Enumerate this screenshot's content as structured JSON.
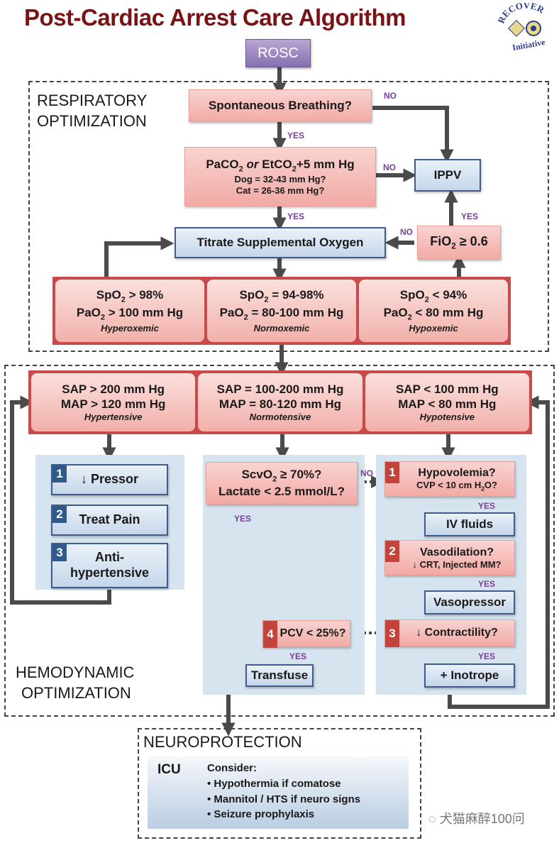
{
  "title": "Post-Cardiac Arrest Care Algorithm",
  "logo": {
    "top_text": "RECOVER",
    "bottom_text": "Initiative",
    "icon": "recover-logo-icon"
  },
  "start": "ROSC",
  "respiratory": {
    "section_label_1": "RESPIRATORY",
    "section_label_2": "OPTIMIZATION",
    "spontaneous": "Spontaneous Breathing?",
    "paco2_line1": "PaCO2 or EtCO2+5 mm Hg",
    "paco2_dog": "Dog = 32-43 mm Hg?",
    "paco2_cat": "Cat = 26-36 mm Hg?",
    "ippv": "IPPV",
    "titrate": "Titrate Supplemental Oxygen",
    "fio2": "FiO2 ≥ 0.6",
    "labels": {
      "no_1": "NO",
      "no_2": "NO",
      "no_3": "NO",
      "yes_1": "YES",
      "yes_2": "YES",
      "yes_3": "YES"
    },
    "oxygen_states": [
      {
        "line1": "SpO2 > 98%",
        "line2": "PaO2 > 100 mm Hg",
        "state": "Hyperoxemic"
      },
      {
        "line1": "SpO2 = 94-98%",
        "line2": "PaO2 = 80-100 mm Hg",
        "state": "Normoxemic"
      },
      {
        "line1": "SpO2 < 94%",
        "line2": "PaO2 < 80 mm Hg",
        "state": "Hypoxemic"
      }
    ]
  },
  "hemodynamic": {
    "section_label_1": "HEMODYNAMIC",
    "section_label_2": "OPTIMIZATION",
    "bp_states": [
      {
        "line1": "SAP > 200 mm Hg",
        "line2": "MAP > 120 mm Hg",
        "state": "Hypertensive"
      },
      {
        "line1": "SAP = 100-200 mm Hg",
        "line2": "MAP = 80-120 mm Hg",
        "state": "Normotensive"
      },
      {
        "line1": "SAP < 100 mm Hg",
        "line2": "MAP < 80 mm Hg",
        "state": "Hypotensive"
      }
    ],
    "hypertensive_steps": [
      {
        "num": "1",
        "text": "↓ Pressor"
      },
      {
        "num": "2",
        "text": "Treat Pain"
      },
      {
        "num": "3",
        "text": "Anti-hypertensive"
      }
    ],
    "scvo2_line1": "ScvO2 ≥ 70%?",
    "scvo2_line2": "Lactate < 2.5 mmol/L?",
    "pcv": {
      "num": "4",
      "text": "PCV < 25%?"
    },
    "transfuse": "Transfuse",
    "hypovolemia": {
      "num": "1",
      "line1": "Hypovolemia?",
      "line2": "CVP < 10 cm H2O?"
    },
    "iv_fluids": "IV fluids",
    "vasodilation": {
      "num": "2",
      "line1": "Vasodilation?",
      "line2": "↓ CRT, Injected MM?"
    },
    "vasopressor": "Vasopressor",
    "contractility": {
      "num": "3",
      "text": "↓ Contractility?"
    },
    "inotrope": "+ Inotrope",
    "labels": {
      "no": "NO",
      "yes_scvo2": "YES",
      "yes_iv": "YES",
      "yes_vaso": "YES",
      "yes_ino": "YES",
      "yes_transfuse": "YES"
    }
  },
  "neuro": {
    "section_label": "NEUROPROTECTION",
    "icu": "ICU",
    "consider": "Consider:",
    "items": [
      "Hypothermia if comatose",
      "Mannitol / HTS if neuro signs",
      "Seizure prophylaxis"
    ]
  },
  "watermark": "犬猫麻醉100问"
}
